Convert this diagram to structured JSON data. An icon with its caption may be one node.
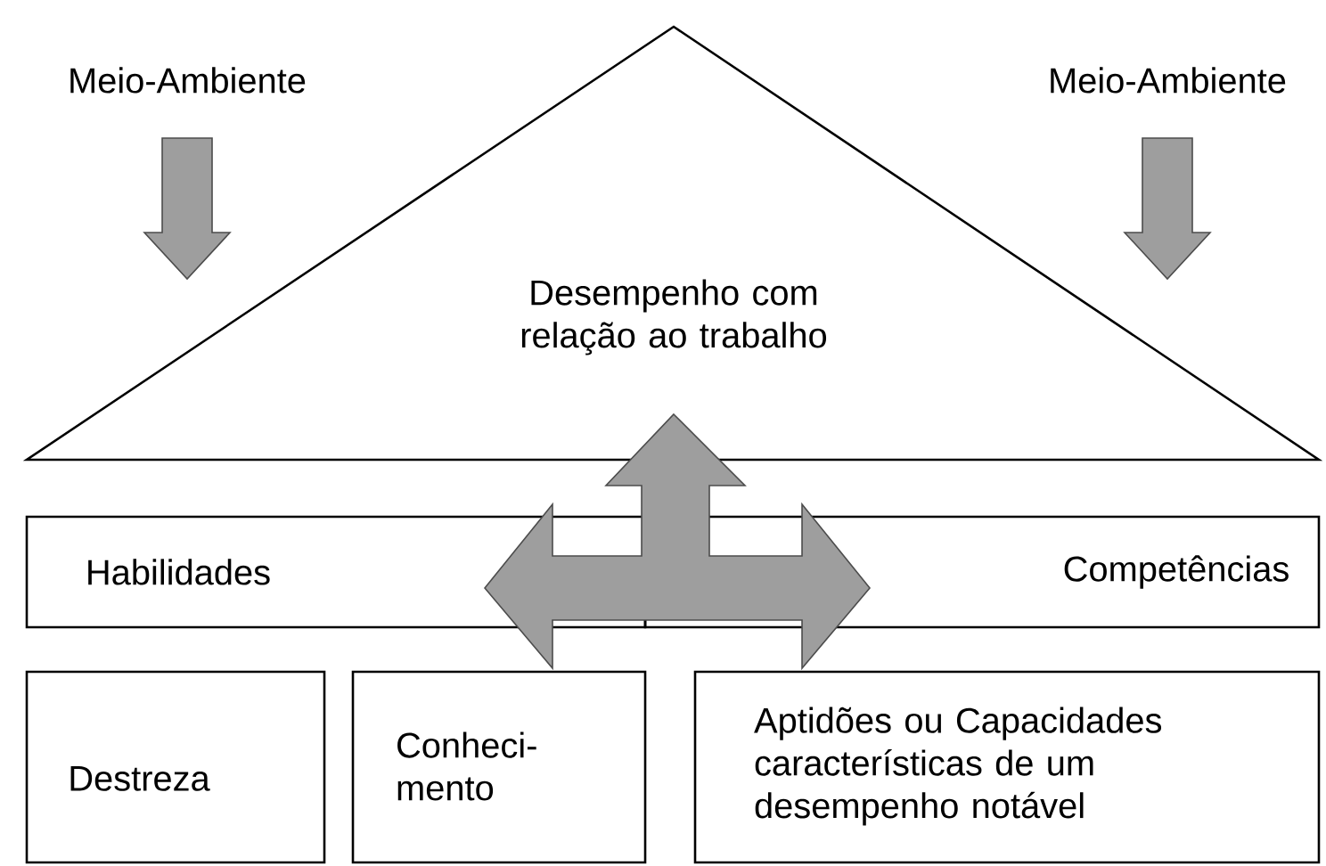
{
  "diagram": {
    "nodes": [
      {
        "text": [
          "Desempenho com relação ao trabalho"
        ]
      },
      {
        "text": [
          "Meio-Ambiente"
        ]
      },
      {
        "text": [
          "Meio-Ambiente"
        ]
      },
      {
        "text": [
          "Habilidades"
        ]
      },
      {
        "text": [
          "Competências"
        ]
      },
      {
        "text": [
          "Destreza"
        ]
      },
      {
        "text": [
          "Conheci- mento"
        ]
      },
      {
        "text": [
          "Aptidões ou Capacidades características de um desempenho notável"
        ]
      }
    ],
    "edges": [
      {
        "from": 1,
        "to": 0,
        "arrow": "to"
      },
      {
        "from": 2,
        "to": 0,
        "arrow": "to"
      },
      {
        "from": 3,
        "to": 4,
        "arrow": "both"
      },
      {
        "from": null,
        "to": 0,
        "arrow": "to"
      }
    ]
  }
}
